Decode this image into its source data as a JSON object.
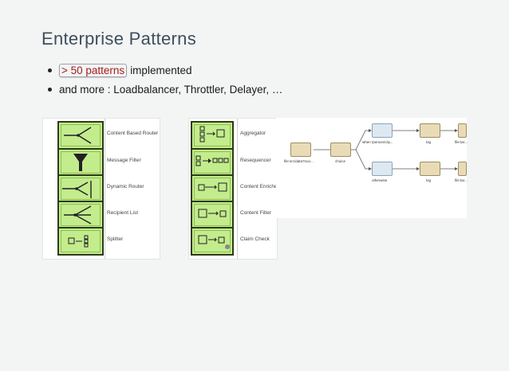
{
  "slide": {
    "title": "Enterprise Patterns",
    "bullets": [
      {
        "link": "> 50 patterns",
        "text": " implemented"
      },
      {
        "text": "and more : Loadbalancer, Throttler, Delayer, …"
      }
    ]
  },
  "patterns_left": [
    {
      "label": "Content Based Router",
      "icon": "content-based-router-icon"
    },
    {
      "label": "Message Filter",
      "icon": "message-filter-icon"
    },
    {
      "label": "Dynamic Router",
      "icon": "dynamic-router-icon"
    },
    {
      "label": "Recipient List",
      "icon": "recipient-list-icon"
    },
    {
      "label": "Splitter",
      "icon": "splitter-icon"
    }
  ],
  "patterns_right": [
    {
      "label": "Aggregator",
      "icon": "aggregator-icon"
    },
    {
      "label": "Resequencer",
      "icon": "resequencer-icon"
    },
    {
      "label": "Content Enricher",
      "icon": "content-enricher-icon"
    },
    {
      "label": "Content Filter",
      "icon": "content-filter-icon"
    },
    {
      "label": "Claim Check",
      "icon": "claim-check-icon"
    }
  ],
  "route": {
    "nodes": [
      {
        "label": "file:src/data?noo..."
      },
      {
        "label": "choice"
      },
      {
        "label": "when /person/city..."
      },
      {
        "label": "otherwise"
      },
      {
        "label": "log"
      },
      {
        "label": "log"
      },
      {
        "label": "file:tar..."
      },
      {
        "label": "file:tar..."
      }
    ]
  },
  "colors": {
    "title": "#3d4f5c",
    "link": "#a31d1d",
    "icon_fill": "#c3ec8d",
    "background": "#f3f4f4"
  }
}
